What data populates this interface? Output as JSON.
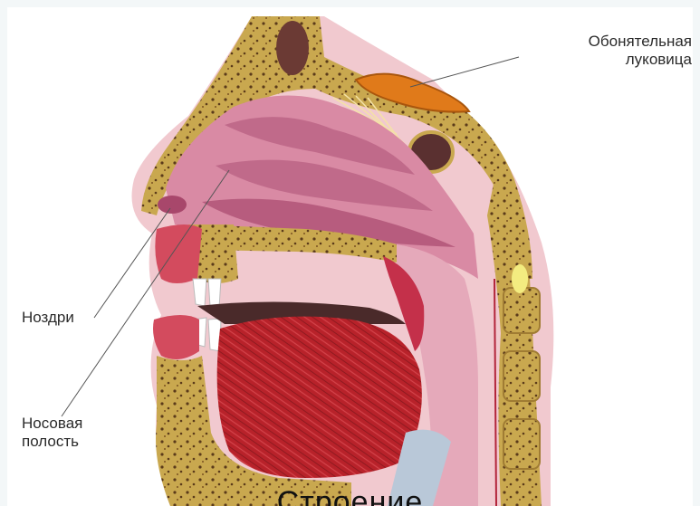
{
  "labels": {
    "olfactory_bulb_line1": "Обонятельная",
    "olfactory_bulb_line2": "луковица",
    "nostrils": "Ноздри",
    "nasal_cavity_line1": "Носовая",
    "nasal_cavity_line2": "полость"
  },
  "caption": "Строение",
  "colors": {
    "bone": "#c9a84f",
    "bone_dots": "#5a3a1a",
    "mucosa": "#d98aa4",
    "mucosa_dark": "#a8476b",
    "skin": "#f1c9cf",
    "muscle": "#b8222a",
    "bulb": "#e07a1a",
    "background": "#ffffff"
  }
}
